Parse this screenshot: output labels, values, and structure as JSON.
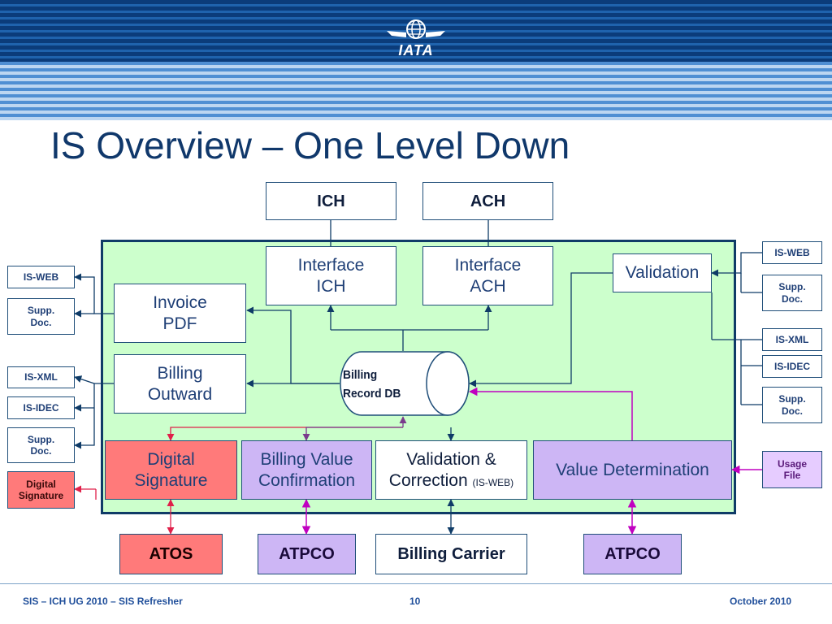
{
  "header": {
    "logo_text": "IATA"
  },
  "title": "IS Overview – One Level Down",
  "top_boxes": {
    "ich": "ICH",
    "ach": "ACH"
  },
  "inner": {
    "interface_ich_l1": "Interface",
    "interface_ich_l2": "ICH",
    "interface_ach_l1": "Interface",
    "interface_ach_l2": "ACH",
    "validation": "Validation",
    "invoice_pdf_l1": "Invoice",
    "invoice_pdf_l2": "PDF",
    "billing_outward_l1": "Billing",
    "billing_outward_l2": "Outward",
    "billing_record_db_l1": "Billing",
    "billing_record_db_l2": "Record DB",
    "digital_signature_l1": "Digital",
    "digital_signature_l2": "Signature",
    "billing_value_conf_l1": "Billing Value",
    "billing_value_conf_l2": "Confirmation",
    "validation_correction_l1": "Validation &",
    "validation_correction_l2": "Correction",
    "validation_correction_sub": "(IS-WEB)",
    "value_determination": "Value Determination"
  },
  "left_inputs": {
    "is_web": "IS-WEB",
    "supp_doc_1_l1": "Supp.",
    "supp_doc_1_l2": "Doc.",
    "is_xml": "IS-XML",
    "is_idec": "IS-IDEC",
    "supp_doc_2_l1": "Supp.",
    "supp_doc_2_l2": "Doc.",
    "digital_signature_l1": "Digital",
    "digital_signature_l2": "Signature"
  },
  "right_inputs": {
    "is_web": "IS-WEB",
    "supp_doc_1_l1": "Supp.",
    "supp_doc_1_l2": "Doc.",
    "is_xml": "IS-XML",
    "is_idec": "IS-IDEC",
    "supp_doc_2_l1": "Supp.",
    "supp_doc_2_l2": "Doc.",
    "usage_file_l1": "Usage",
    "usage_file_l2": "File"
  },
  "bottom_boxes": {
    "atos": "ATOS",
    "atpco_1": "ATPCO",
    "billing_carrier": "Billing Carrier",
    "atpco_2": "ATPCO"
  },
  "footer": {
    "left": "SIS – ICH UG 2010 – SIS Refresher",
    "page": "10",
    "date": "October 2010"
  },
  "colors": {
    "navy": "#0f3b67",
    "green_fill": "#ccffcc",
    "pink": "#ff7a7a",
    "lavender": "#cdb6f5",
    "magenta_line": "#c000c0",
    "red_line": "#e0204a",
    "purple_line": "#7a3b8c"
  }
}
